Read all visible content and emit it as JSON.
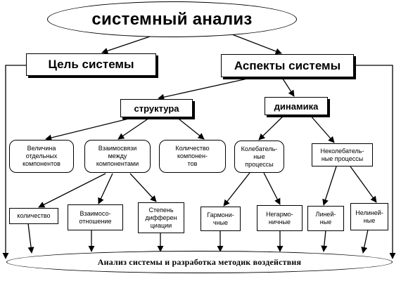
{
  "title": "системный анализ",
  "goal": "Цель системы",
  "aspects": "Аспекты системы",
  "structure": "структура",
  "dynamics": "динамика",
  "structure_items": {
    "size": "Величина\nотдельных\nкомпонентов",
    "interrelations": "Взаимосвязи\nмежду\nкомпонентами",
    "count": "Количество\nкомпонен-\nтов"
  },
  "dynamics_items": {
    "oscillating": "Колебатель-\nные\nпроцессы",
    "non_oscillating": "Неколебатель-\nные процессы"
  },
  "leaves": {
    "quantity": "количество",
    "mutual": "Взаимосо-\nотношение",
    "differentiation": "Степень\nдифферен\nциации",
    "harmonic": "Гармони-\nчные",
    "non_harmonic": "Негармо-\nничные",
    "linear": "Линей-\nные",
    "nonlinear": "Нелиней-\nные"
  },
  "bottom": "Анализ системы и разработка методик воздействия"
}
